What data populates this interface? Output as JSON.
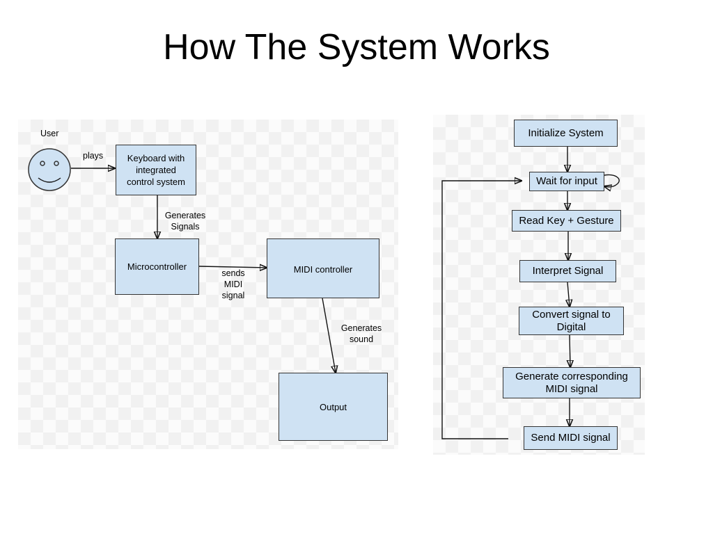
{
  "slide": {
    "title": "How The System Works"
  },
  "block_diagram": {
    "user_label": "User",
    "user_icon": "smiley-face-icon",
    "nodes": {
      "keyboard": "Keyboard with\nintegrated\ncontrol system",
      "microcontroller": "Microcontroller",
      "midi_controller": "MIDI controller",
      "output": "Output"
    },
    "edges": {
      "plays": "plays",
      "generates_signals": "Generates\nSignals",
      "sends_midi_signal": "sends\nMIDI\nsignal",
      "generates_sound": "Generates\nsound"
    },
    "box_fill": "#cfe2f3"
  },
  "flowchart": {
    "steps": [
      "Initialize System",
      "Wait for input",
      "Read Key + Gesture",
      "Interpret Signal",
      "Convert signal to\nDigital",
      "Generate corresponding\nMIDI signal",
      "Send MIDI signal"
    ],
    "loop_back": "Send MIDI signal → Wait for input",
    "self_loop_icon": "self-loop-arrow-icon"
  }
}
